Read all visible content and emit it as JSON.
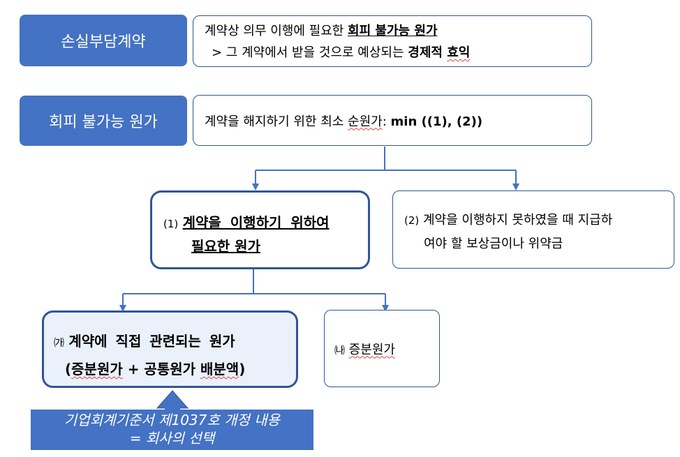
{
  "row1": {
    "label": "손실부담계약",
    "line1_a": "계약상 의무 이행에 필요한 ",
    "line1_b": "회피 불가능 원가",
    "line2_a": "> 그 계약에서 받을 것으로 예상되는 ",
    "line2_b": "경제적 ",
    "line2_c": "효익"
  },
  "row2": {
    "label": "회피 불가능 원가",
    "text_a": "계약을 해지하기 위한 최소 ",
    "text_b": "순원가",
    "text_c": ": ",
    "text_min": "min ((1), (2))"
  },
  "box1": {
    "num": "(1)",
    "line1": "계약을 이행하기 위하여",
    "line2": "필요한 원가"
  },
  "box2": {
    "num": "(2)",
    "line1": "계약을 이행하지 못하였을 때 지급하",
    "line2": "여야 할 보상금이나 위약금"
  },
  "box_ga": {
    "num": "㈎",
    "line1": "계약에 직접 관련되는 원가",
    "line2_a": "(",
    "line2_b": "증분원가",
    "line2_c": " + 공통원가 ",
    "line2_d": "배분액",
    "line2_e": ")"
  },
  "box_na": {
    "num": "㈏",
    "text": "증분원가"
  },
  "note": {
    "line1": "기업회계기준서 제1037호 개정 내용",
    "line2": "= 회사의 선택"
  },
  "colors": {
    "label_fill": "#4472c4",
    "border": "#2f5597",
    "connector": "#4472c4",
    "highlight_fill": "#eaf1fb"
  }
}
